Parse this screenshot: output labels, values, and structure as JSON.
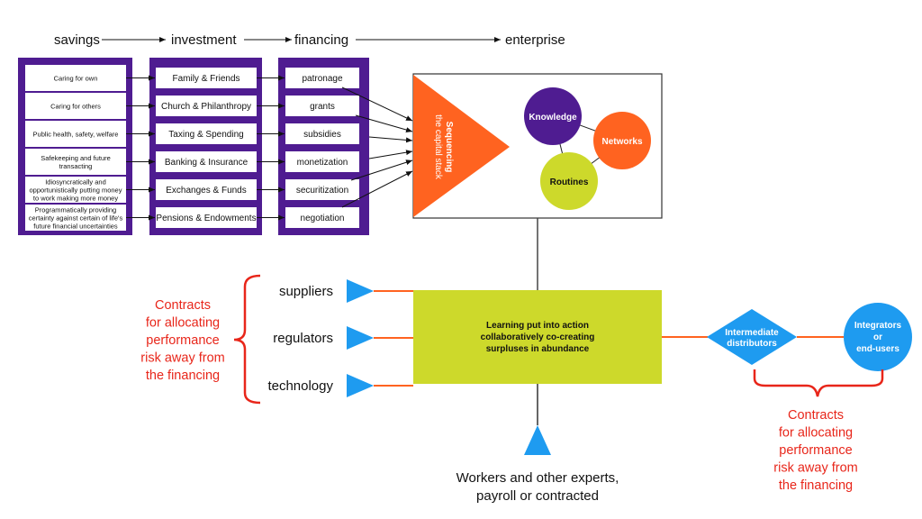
{
  "colors": {
    "purple": "#4f1c91",
    "orange": "#ff6320",
    "lime": "#cdd92b",
    "blue": "#1e9bf0",
    "red": "#e8261a"
  },
  "flow_headers": [
    "savings",
    "investment",
    "financing",
    "enterprise"
  ],
  "savings": [
    [
      "Caring for own"
    ],
    [
      "Caring for others"
    ],
    [
      "Public health, safety, welfare"
    ],
    [
      "Safekeeping and future",
      "transacting"
    ],
    [
      "Idiosyncratically and",
      "opportunistically putting money",
      "to work making more money"
    ],
    [
      "Programmatically providing",
      "certainty against certain of life's",
      "future financial uncertainties"
    ]
  ],
  "investment": [
    "Family & Friends",
    "Church & Philanthropy",
    "Taxing & Spending",
    "Banking & Insurance",
    "Exchanges & Funds",
    "Pensions & Endowments"
  ],
  "financing": [
    "patronage",
    "grants",
    "subsidies",
    "monetization",
    "securitization",
    "negotiation"
  ],
  "capital_stack": [
    "Sequencing",
    "the capital stack"
  ],
  "capabilities": {
    "knowledge": "Knowledge",
    "networks": "Networks",
    "routines": "Routines"
  },
  "core": [
    "Learning put into action",
    "collaboratively co-creating",
    "surpluses in abundance"
  ],
  "inputs": [
    "suppliers",
    "regulators",
    "technology"
  ],
  "left_contracts": [
    "Contracts",
    "for allocating",
    "performance",
    "risk away from",
    "the financing"
  ],
  "distributors": [
    "Intermediate",
    "distributors"
  ],
  "end_users": [
    "Integrators",
    "or",
    "end-users"
  ],
  "right_contracts": [
    "Contracts",
    "for allocating",
    "performance",
    "risk away from",
    "the financing"
  ],
  "workers": [
    "Workers and other experts,",
    "payroll or contracted"
  ]
}
